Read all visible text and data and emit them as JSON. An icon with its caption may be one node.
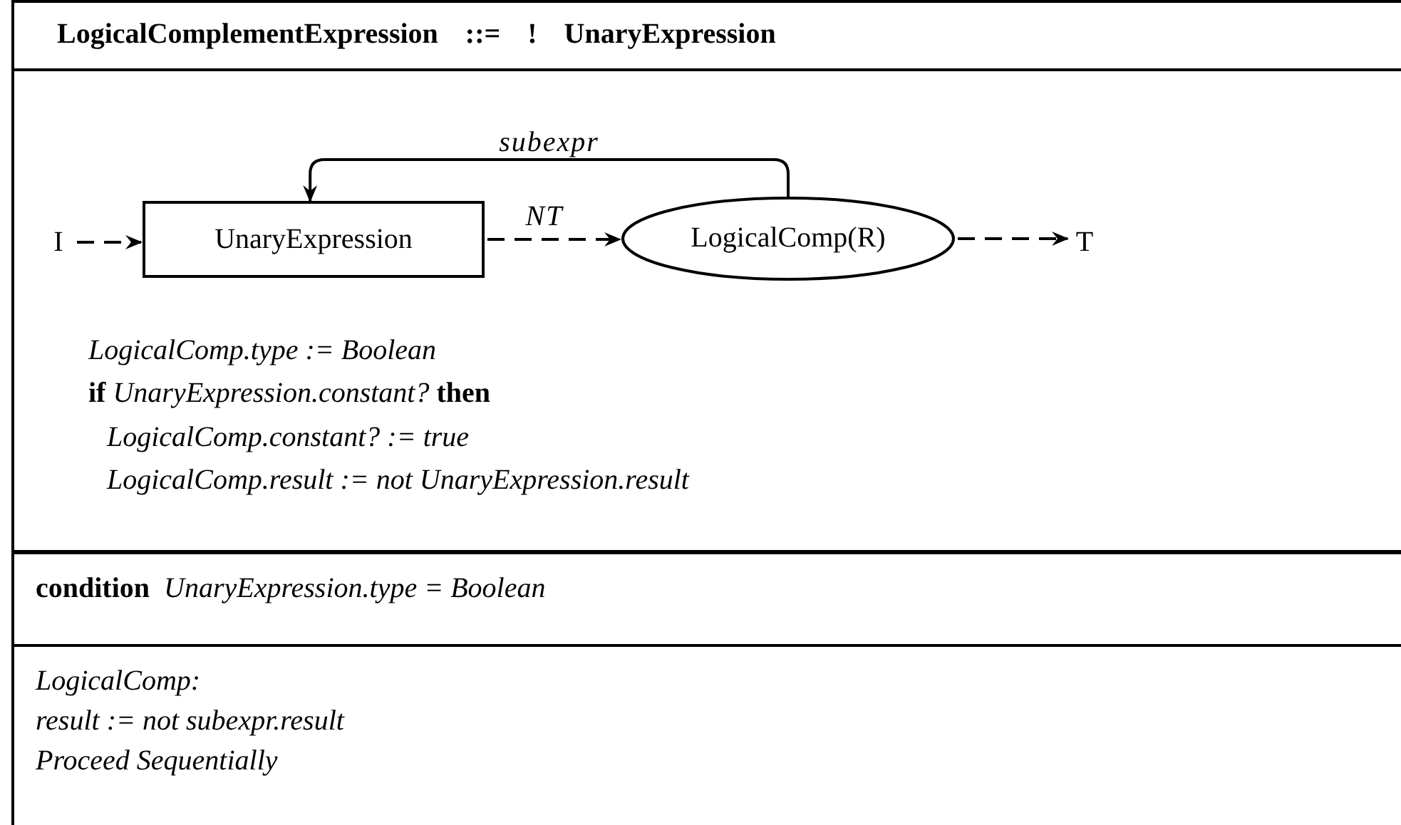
{
  "diagram": {
    "title": "LogicalComplementExpression ::= ! UnaryExpression",
    "nodes": [
      {
        "text": [
          "I"
        ]
      },
      {
        "text": [
          "UnaryExpression"
        ]
      },
      {
        "text": [
          "LogicalComp(R)"
        ]
      },
      {
        "text": [
          "T"
        ]
      }
    ],
    "edges": [
      {
        "from": 0,
        "to": 1,
        "arrow": "to",
        "style": "dashed"
      },
      {
        "from": 1,
        "to": 2,
        "arrow": "to",
        "style": "dashed",
        "label": "NT"
      },
      {
        "from": 2,
        "to": 1,
        "arrow": "to",
        "label": "subexpr"
      },
      {
        "from": 2,
        "to": 3,
        "arrow": "to",
        "style": "dashed"
      }
    ],
    "labels": [
      "LogicalComp.type := Boolean",
      "**if** UnaryExpression.constant? **then**",
      "LogicalComp.constant? := true",
      "LogicalComp.result := not UnaryExpression.result",
      "**condition**  UnaryExpression.type = Boolean",
      "LogicalComp:",
      "result := not subexpr.result",
      "Proceed Sequentially"
    ]
  }
}
